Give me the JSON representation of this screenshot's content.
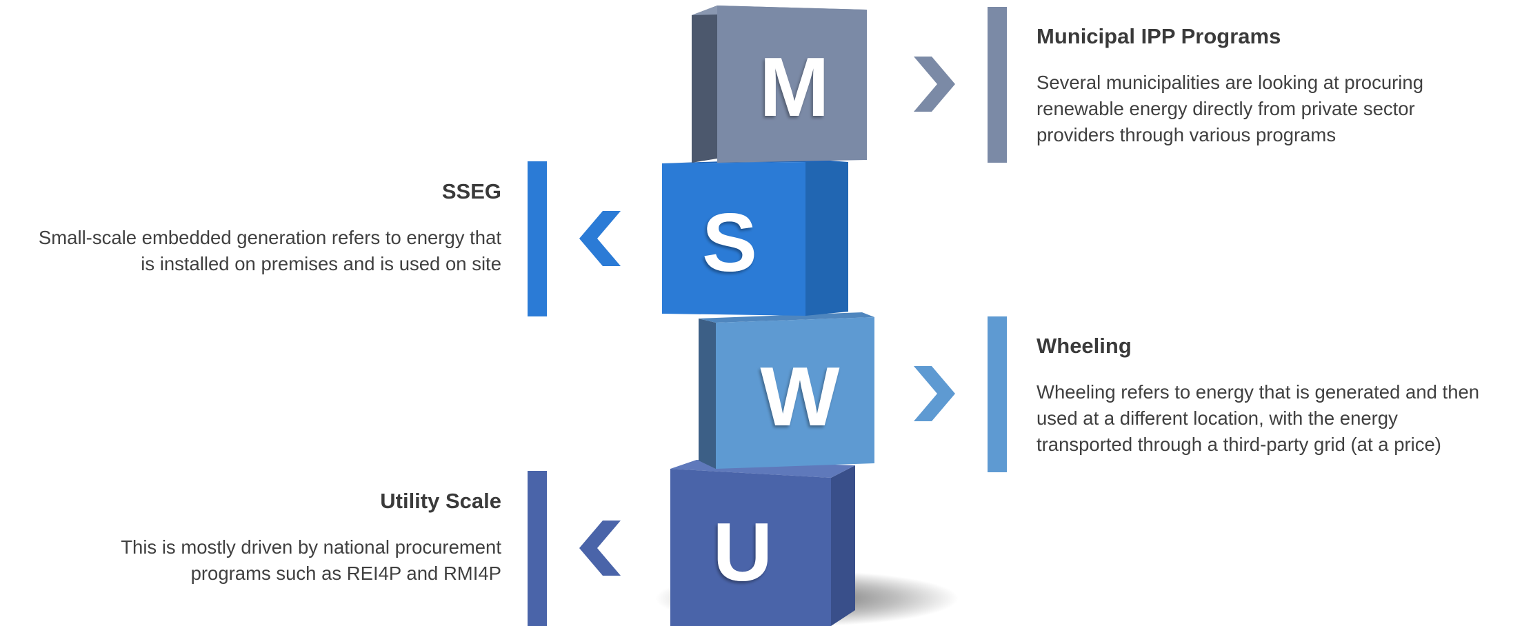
{
  "blocks": [
    {
      "letter": "M",
      "color": "#7B8AA6"
    },
    {
      "letter": "S",
      "color": "#2B7BD6"
    },
    {
      "letter": "W",
      "color": "#5E9AD2"
    },
    {
      "letter": "U",
      "color": "#4A64A9"
    }
  ],
  "items": [
    {
      "side": "right",
      "title": "Municipal IPP Programs",
      "lines": [
        "Several municipalities are looking at procuring",
        "renewable energy directly from private sector",
        "providers through various programs"
      ],
      "color": "#7B8AA6",
      "chevron_icon": "chevron-right-icon"
    },
    {
      "side": "left",
      "title": "SSEG",
      "lines": [
        "Small-scale embedded generation refers to energy that",
        "is installed on premises and is used on site"
      ],
      "color": "#2B7BD6",
      "chevron_icon": "chevron-left-icon"
    },
    {
      "side": "right",
      "title": "Wheeling",
      "lines": [
        "Wheeling refers to energy that is generated and then",
        "used at a different location, with the energy",
        "transported through a third-party grid (at a price)"
      ],
      "color": "#5E9AD2",
      "chevron_icon": "chevron-right-icon"
    },
    {
      "side": "left",
      "title": "Utility Scale",
      "lines": [
        "This is mostly driven by national procurement",
        "programs such as REI4P and RMI4P"
      ],
      "color": "#4A64A9",
      "chevron_icon": "chevron-left-icon"
    }
  ]
}
